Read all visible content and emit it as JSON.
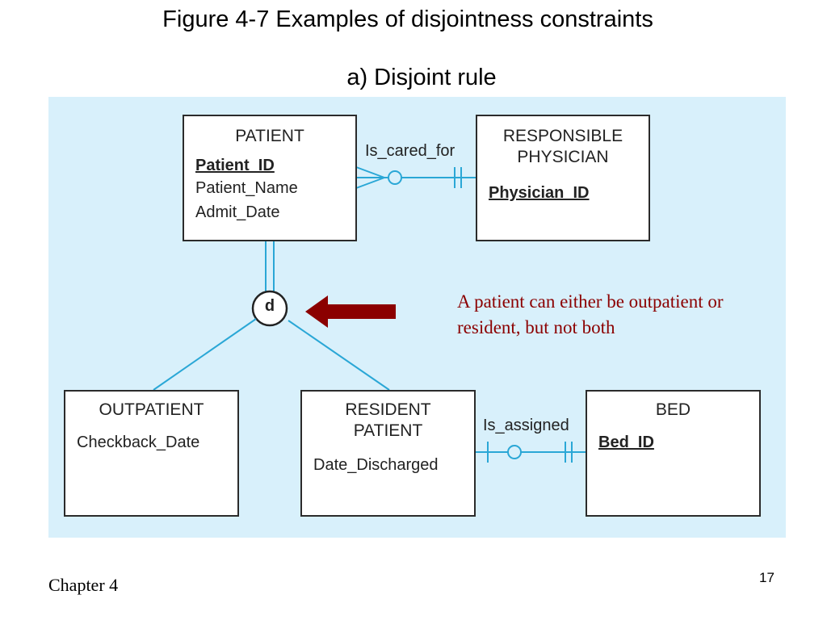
{
  "title": "Figure 4-7 Examples of disjointness constraints",
  "subtitle": "a) Disjoint rule",
  "colors": {
    "panel_bg": "#d8f0fb",
    "line": "#2aa7d6",
    "arrow": "#8b0000",
    "note": "#8b0000"
  },
  "entities": {
    "patient": {
      "name": "PATIENT",
      "attributes": [
        "Patient_ID",
        "Patient_Name",
        "Admit_Date"
      ]
    },
    "responsible_physician": {
      "name": "RESPONSIBLE\nPHYSICIAN",
      "attributes": [
        "Physician_ID"
      ]
    },
    "outpatient": {
      "name": "OUTPATIENT",
      "attributes": [
        "Checkback_Date"
      ]
    },
    "resident_patient": {
      "name": "RESIDENT\nPATIENT",
      "attributes": [
        "Date_Discharged"
      ]
    },
    "bed": {
      "name": "BED",
      "attributes": [
        "Bed_ID"
      ]
    }
  },
  "relationships": {
    "is_cared_for": "Is_cared_for",
    "is_assigned": "Is_assigned"
  },
  "disjoint_symbol": "d",
  "annotation": "A patient can either be outpatient or resident, but not both",
  "footer": {
    "chapter": "Chapter 4",
    "page_number": "17"
  }
}
